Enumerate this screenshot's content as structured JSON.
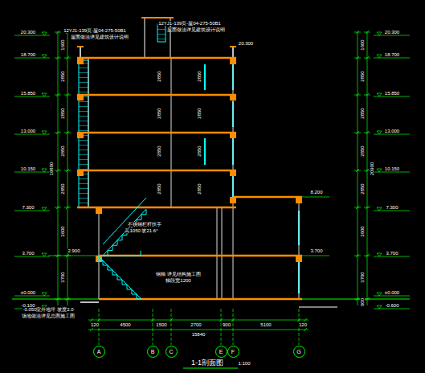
{
  "diagram": {
    "title": "1-1剖面图",
    "nodes": [
      {
        "text": [
          "A"
        ]
      },
      {
        "text": [
          "B"
        ]
      },
      {
        "text": [
          "C"
        ]
      },
      {
        "text": [
          "E"
        ]
      },
      {
        "text": [
          "F"
        ]
      },
      {
        "text": [
          "G"
        ]
      }
    ],
    "labels": [
      "12YJ1-139页-屋04-275-50B1",
      "屋面做法详见建筑设计说明",
      "12YJ1-139页-屋04-275-50B1",
      "屋面做法详见建筑设计说明",
      "20.300",
      "18.700",
      "15.850",
      "13.000",
      "10.150",
      "7.300",
      "3.700",
      "±0.000",
      "-0.100",
      "20.300",
      "18.700",
      "15.850",
      "13.000",
      "10.150",
      "7.300",
      "3.700",
      "±0.000",
      "-0.600",
      "20.300",
      "8.200",
      "3.700",
      "2.900",
      "1600",
      "2850",
      "2850",
      "2850",
      "2850",
      "3600",
      "3700",
      "19800",
      "1600",
      "2850",
      "2850",
      "2850",
      "2850",
      "3600",
      "3700",
      "600",
      "20900",
      "2850",
      "2850",
      "2850",
      "2850",
      "2850",
      "2850",
      "2850",
      "2850",
      "不锈钢栏杆扶手",
      "高1050 坡21.6°",
      "钢梯 详见结构施工图",
      "梯段宽1200",
      "-0.050室外地坪 坡度2.0",
      "场地做法详见总图施工图",
      "120",
      "4500",
      "1500",
      "2700",
      "900",
      "5100",
      "120",
      "15840",
      "1:100"
    ]
  }
}
